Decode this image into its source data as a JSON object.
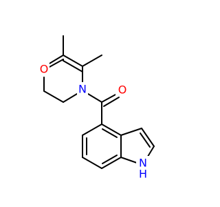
{
  "molecule": {
    "atoms": {
      "ring_oxygen": {
        "label": "O",
        "color": "#ff0000"
      },
      "ring_nitrogen": {
        "label": "N",
        "color": "#0000ff"
      },
      "carbonyl_oxygen": {
        "label": "O",
        "color": "#ff0000"
      },
      "indole_nh": {
        "label": "N",
        "sublabel": "H",
        "color": "#0000ff"
      }
    },
    "bond_color": "#000000"
  }
}
